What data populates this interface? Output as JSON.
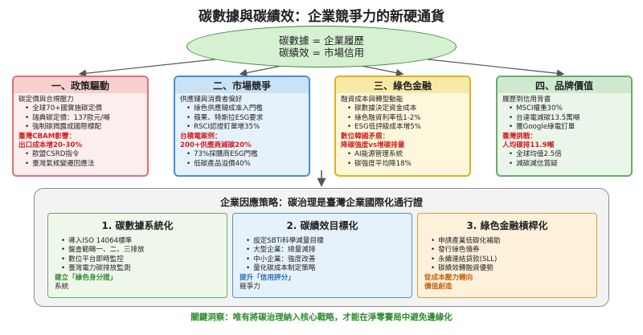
{
  "title": "碳數據與碳績效：企業競爭力的新硬通貨",
  "hub": {
    "line1": "碳數據 = 企業履歷",
    "line2": "碳績效 = 市場信用"
  },
  "drivers": [
    {
      "heading": "一、政策驅動",
      "intro": "碳定價與合規壓力",
      "items1": [
        "全球70+國實施碳定價",
        "瑞典碳定價：137歐元/噸",
        "強制碳揭露成國際標配"
      ],
      "highlight": [
        "臺灣CBAM影響：",
        "出口成本增20-30%"
      ],
      "items2": [
        "歐盟CSRD指令",
        "臺灣氣候變遷因應法"
      ]
    },
    {
      "heading": "二、市場競爭",
      "intro": "供應鏈與消費者偏好",
      "items1": [
        "綠色供應鏈成准入門檻",
        "蘋果、特斯拉ESG要求",
        "RSCI認證釘單增35%"
      ],
      "highlight": [
        "台積電案例：",
        "200+供應商減碳20%"
      ],
      "items2": [
        "73%採購商ESG門檻",
        "低碳產品溢價40%"
      ]
    },
    {
      "heading": "三、綠色金融",
      "intro": "融資成本與轉型動能",
      "items1": [
        "碳數據決定資金成本",
        "綠色融資利率低1-2%",
        "ESG低評級成本增5%"
      ],
      "highlight": [
        "數位韓國矛盾：",
        "降碳強度vs增碳排量"
      ],
      "items2": [
        "AI能源管理系統",
        "碳強度平均降18%"
      ]
    },
    {
      "heading": "四、品牌價值",
      "intro": "履歷到信用背書",
      "items1": [
        "MSCI權重30%",
        "台達電減碳13.5萬噸",
        "獲Google綠電訂單"
      ],
      "highlight": [
        "臺灣挑戰：",
        "人均碳排11.9噸"
      ],
      "items2": [
        "全球均值2.5倍",
        "減碳減信賞疑"
      ]
    }
  ],
  "strategy": {
    "title": "企業因應策略：碳治理是臺灣企業國際化通行證",
    "cards": [
      {
        "heading": "1. 碳數據系統化",
        "items": [
          "導入ISO 14064標準",
          "盤查範疇一、二、三排放",
          "數位平台即時監控",
          "臺灣電力碳排放監測"
        ],
        "em": "建立「綠色身分證」",
        "tail": "系統"
      },
      {
        "heading": "2. 碳績效目標化",
        "items": [
          "設定SBTi科學減量目標",
          "大型企業：總量減排",
          "中小企業：強度改善",
          "量化碳成本制定策略"
        ],
        "em": "提升「信用評分」",
        "tail": "競爭力"
      },
      {
        "heading": "3. 綠色金融槓桿化",
        "items": [
          "申請產業低碳化補助",
          "發行綠色債券",
          "永續連結貸款(SLL)",
          "碳績效轉融資優勢"
        ],
        "em": "從成本壓力轉向",
        "em2": "價值創造"
      }
    ]
  },
  "insight": "關鍵洞察：唯有將碳治理納入核心戰略，才能在淨零賽局中避免邊緣化",
  "colors": {
    "policy": "#e07070",
    "market": "#4a8ed0",
    "finance": "#e0b020",
    "brand": "#6aaa6a",
    "hub": "#d6f0d2",
    "alert": "#d02020",
    "insight": "#2e8a2e"
  }
}
